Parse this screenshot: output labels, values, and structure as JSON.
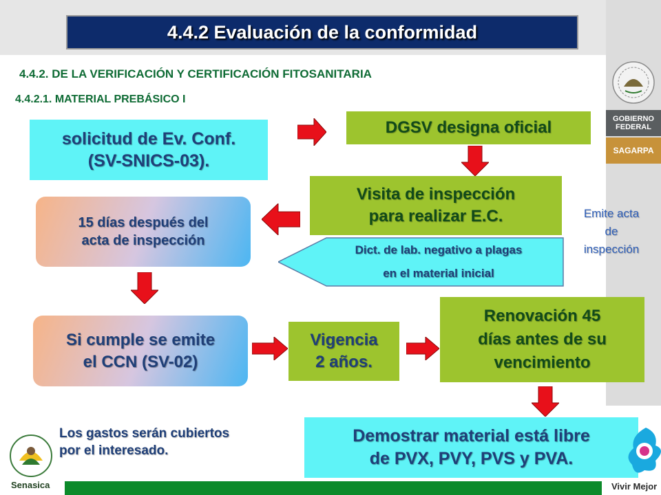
{
  "title": "4.4.2 Evaluación de la conformidad",
  "headings": {
    "section": "4.4.2. DE LA VERIFICACIÓN Y CERTIFICACIÓN FITOSANITARIA",
    "subsection": "4.4.2.1.  MATERIAL PREBÁSICO I"
  },
  "boxes": {
    "solicitud": [
      "solicitud de Ev. Conf.",
      "(SV-SNICS-03)."
    ],
    "dgsv": "DGSV designa oficial",
    "visita": [
      "Visita de inspección",
      "para realizar E.C."
    ],
    "quince_dias": [
      "15 días después del",
      "acta de inspección"
    ],
    "dict": [
      "Dict. de lab. negativo a plagas",
      "en el material inicial"
    ],
    "emite": [
      "Emite acta",
      "de",
      "inspección"
    ],
    "cumple": [
      "Si cumple se emite",
      "el CCN (SV-02)"
    ],
    "vigencia": [
      "Vigencia",
      "2 años."
    ],
    "renovacion": [
      "Renovación 45",
      "días antes de su",
      "vencimiento"
    ],
    "gastos": [
      "Los gastos serán cubiertos",
      "por el  interesado."
    ],
    "demostrar": [
      "Demostrar material está libre",
      "de PVX, PVY, PVS y PVA."
    ]
  },
  "logos": {
    "gobierno": [
      "GOBIERNO",
      "FEDERAL"
    ],
    "sagarpa": "SAGARPA",
    "senasica": "Senasica",
    "vivir": "Vivir Mejor"
  },
  "colors": {
    "title_bg": "#0d2b6b",
    "heading": "#0e6b34",
    "cyan_box": "#5ff3f7",
    "green_box": "#9dc42e",
    "arrow": "#e8101a",
    "bottom_bar": "#0c8a2a"
  }
}
